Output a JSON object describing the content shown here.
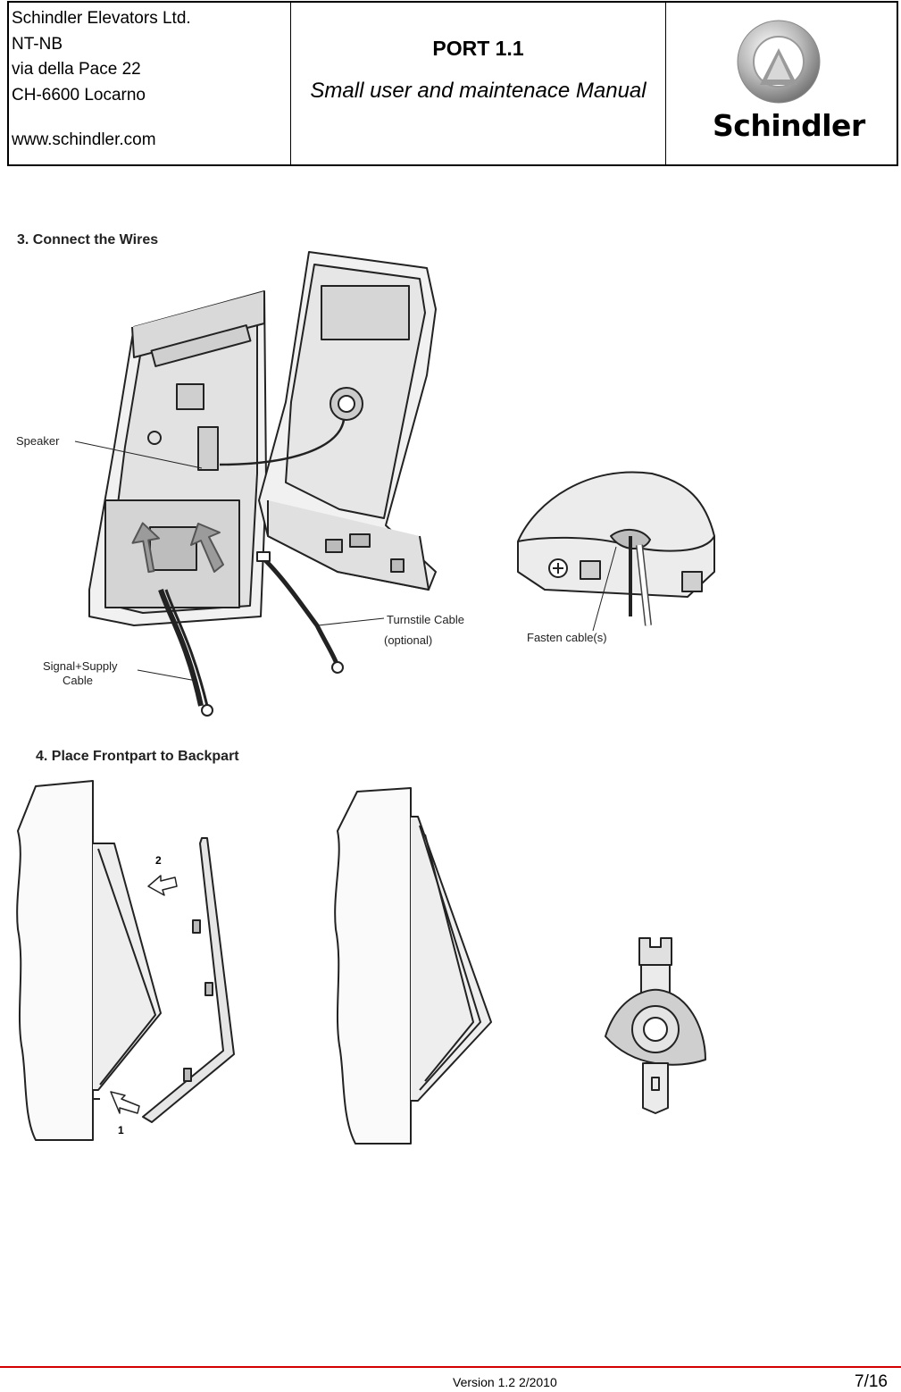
{
  "header": {
    "company_lines": [
      "Schindler Elevators Ltd.",
      "NT-NB",
      "via della Pace 22",
      "CH-6600 Locarno"
    ],
    "website": "www.schindler.com",
    "product": "PORT 1.1",
    "subtitle": "Small user and maintenace Manual",
    "brand": "Schindler"
  },
  "step3": {
    "title": "3.  Connect the Wires",
    "labels": {
      "speaker": "Speaker",
      "turnstile": "Turnstile Cable",
      "optional": "(optional)",
      "signal": "Signal+Supply",
      "signal2": "Cable",
      "fasten": "Fasten cable(s)"
    }
  },
  "step4": {
    "title": "4.  Place Frontpart to Backpart",
    "arrow_1": "1",
    "arrow_2": "2"
  },
  "footer": {
    "version": "Version 1.2 2/2010",
    "page": "7/16"
  }
}
